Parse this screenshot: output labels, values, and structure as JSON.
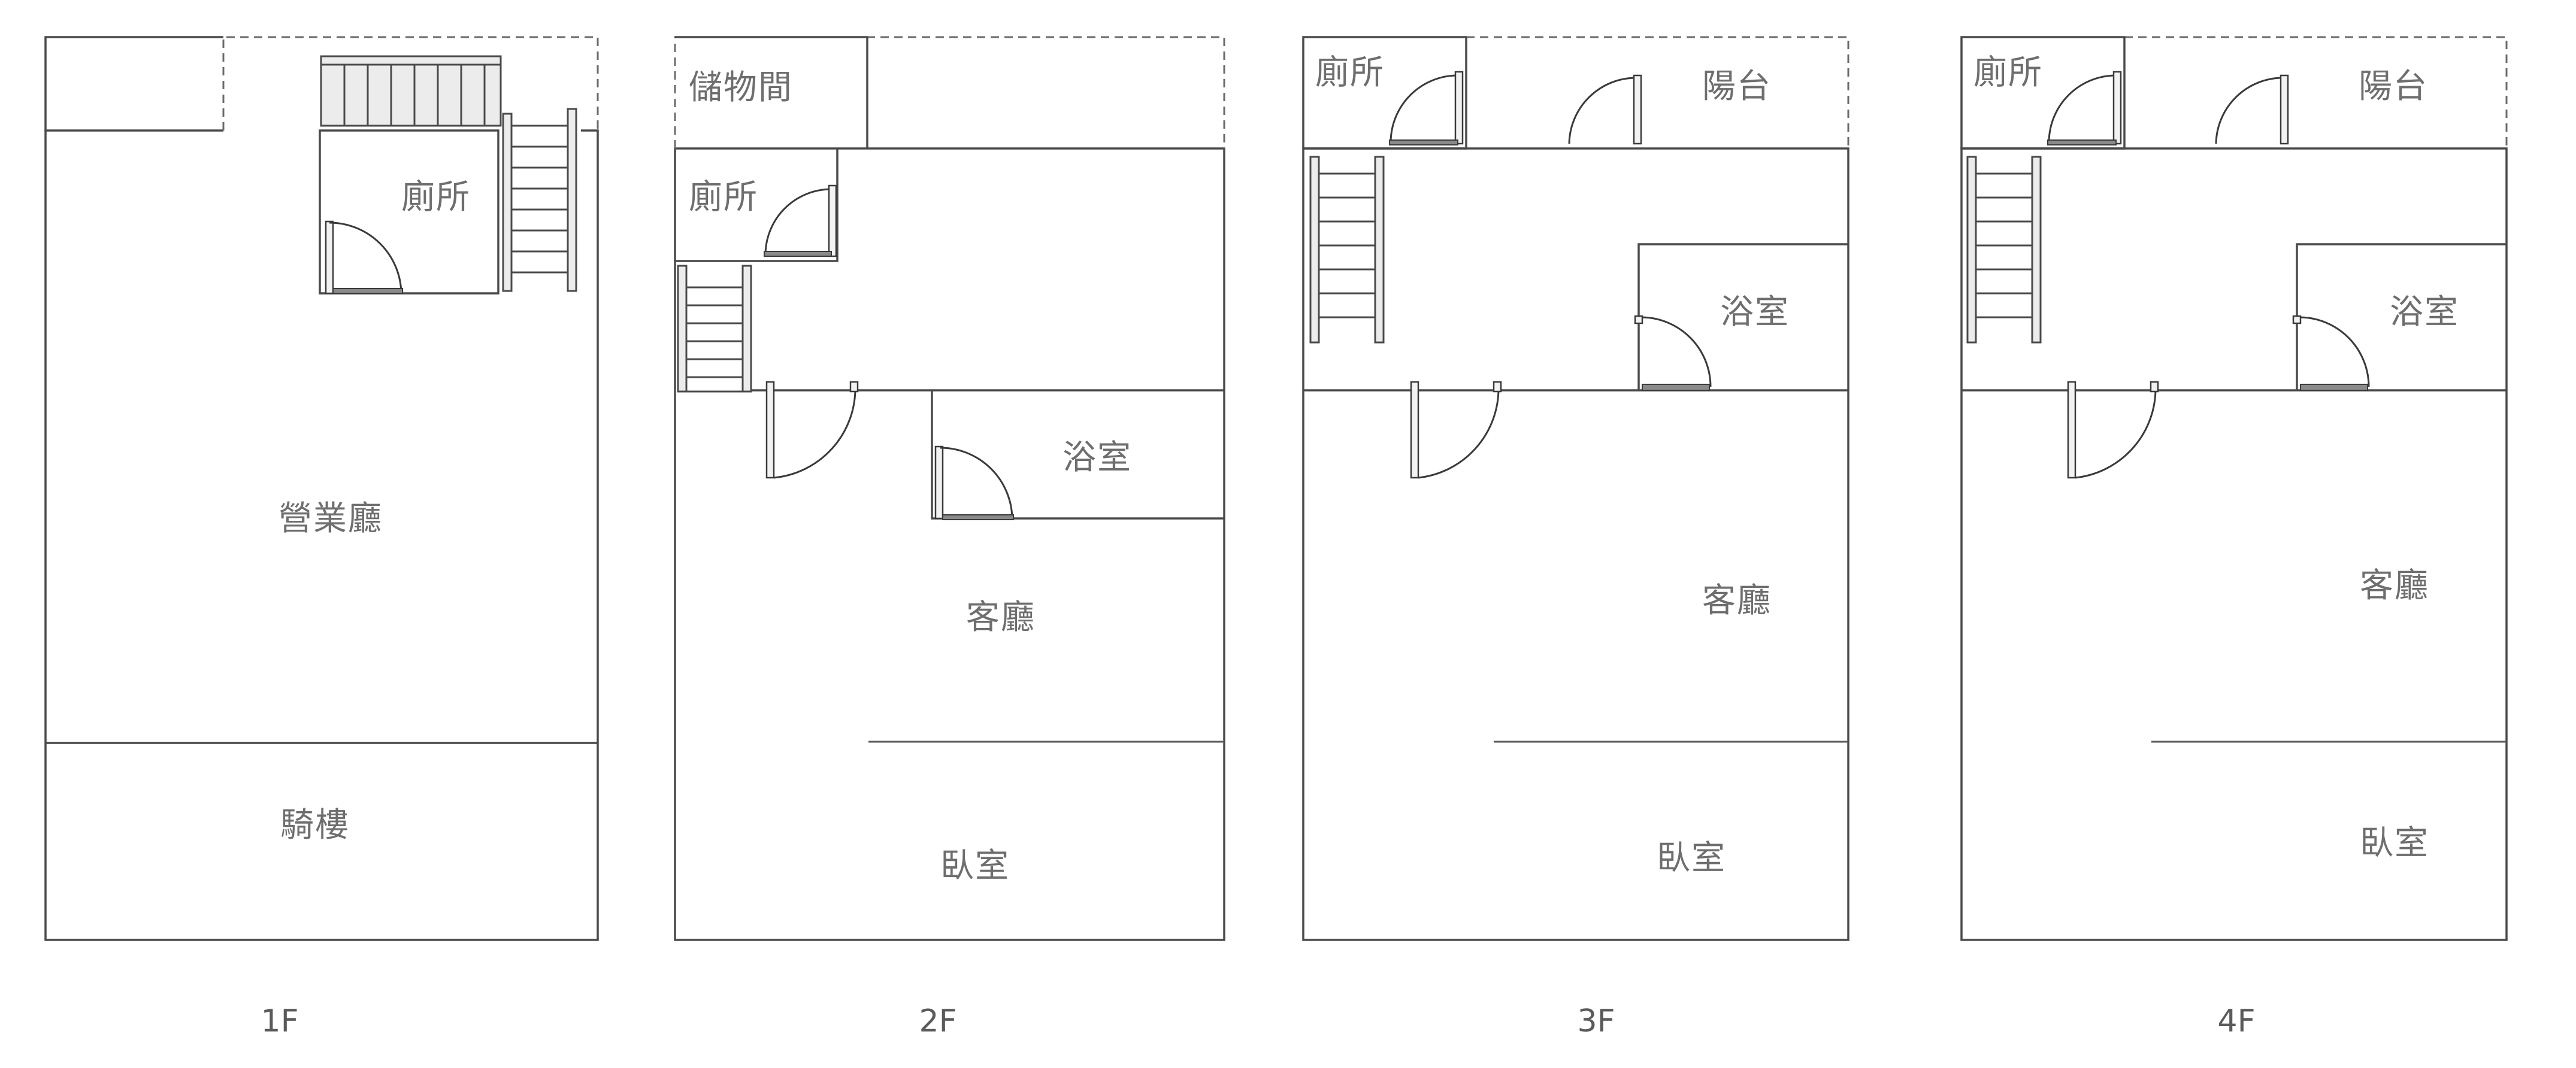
{
  "floors": [
    {
      "label": "1F",
      "rooms": {
        "toilet": "廁所",
        "hall": "營業廳",
        "arcade": "騎樓"
      }
    },
    {
      "label": "2F",
      "rooms": {
        "storage": "儲物間",
        "toilet": "廁所",
        "bath": "浴室",
        "living": "客廳",
        "bedroom": "臥室"
      }
    },
    {
      "label": "3F",
      "rooms": {
        "toilet": "廁所",
        "balcony": "陽台",
        "bath": "浴室",
        "living": "客廳",
        "bedroom": "臥室"
      }
    },
    {
      "label": "4F",
      "rooms": {
        "toilet": "廁所",
        "balcony": "陽台",
        "bath": "浴室",
        "living": "客廳",
        "bedroom": "臥室"
      }
    }
  ]
}
